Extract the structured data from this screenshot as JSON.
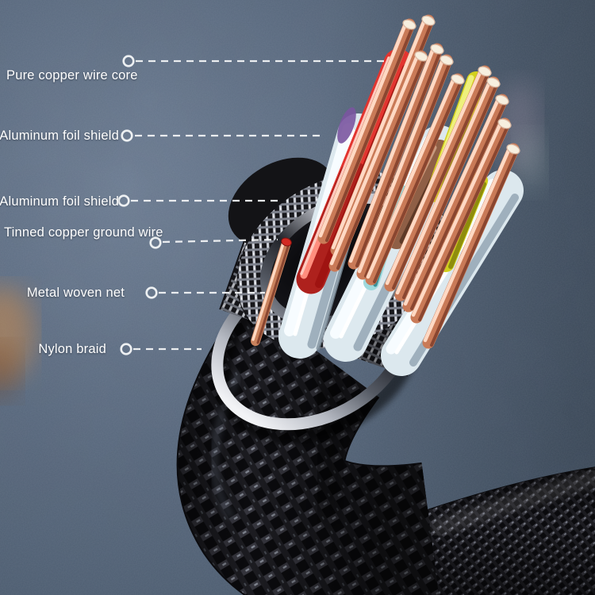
{
  "diagram": {
    "subject": "Braided cable cross-section anatomy",
    "labels": [
      {
        "text": "Pure copper wire core"
      },
      {
        "text": "Aluminum foil shield"
      },
      {
        "text": "Aluminum foil shield"
      },
      {
        "text": "Tinned copper ground wire"
      },
      {
        "text": "Metal woven net"
      },
      {
        "text": "Nylon braid"
      }
    ],
    "palette": {
      "background": "#56667b",
      "label_text": "#ffffff",
      "leader_line": "#f2f4f6",
      "nylon_braid": "#0d0d10",
      "metal_braid": "#c9ccd4",
      "chrome_ring": "#d9dbe0",
      "copper": "#cf8662",
      "copper_tip": "#f6eedd",
      "wire_red": "#e23430",
      "wire_yellow": "#d6d41e",
      "wire_teal": "#9fd9dc",
      "wire_brown": "#8f5f46",
      "wire_purple": "#7a55a0",
      "foil_white": "#e3edf2"
    }
  }
}
